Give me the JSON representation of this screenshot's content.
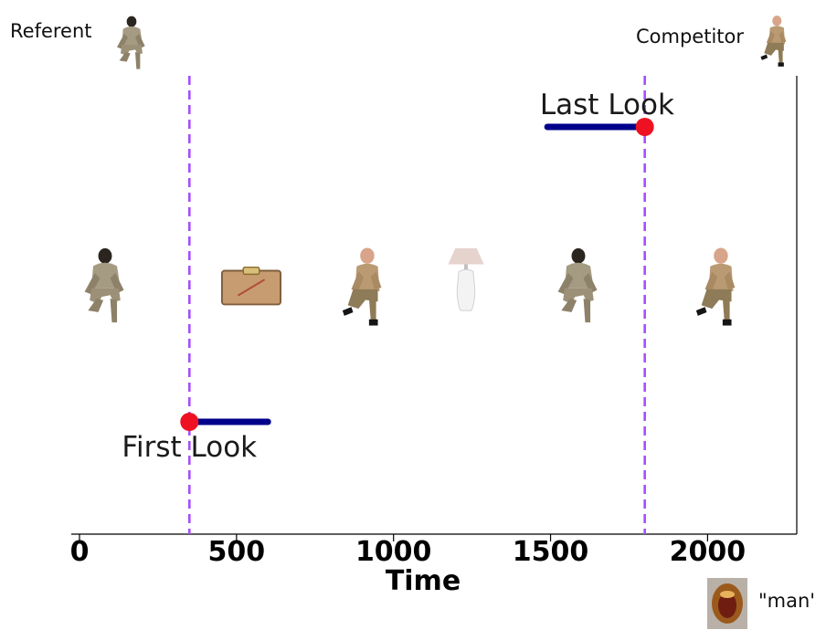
{
  "chart_data": {
    "type": "timeline",
    "xlabel": "Time",
    "xlim": [
      -20,
      2290
    ],
    "x_ticks": [
      0,
      500,
      1000,
      1500,
      2000
    ],
    "x_tick_labels": [
      "0",
      "500",
      "1000",
      "1500",
      "2000"
    ],
    "vertical_markers": [
      {
        "x": 350,
        "color": "#a64dff",
        "style": "dashed"
      },
      {
        "x": 1800,
        "color": "#a64dff",
        "style": "dashed"
      }
    ],
    "look_segments": [
      {
        "label": "Last Look",
        "x_start": 1490,
        "x_end": 1800,
        "marker_x": 1800,
        "row": "top"
      },
      {
        "label": "First Look",
        "x_start": 350,
        "x_end": 600,
        "marker_x": 350,
        "row": "bottom"
      }
    ],
    "picture_sequence": [
      "soldier-figure",
      "clipboard",
      "man-figure",
      "lamp",
      "soldier-figure",
      "man-figure"
    ],
    "colors": {
      "segment": "#00008b",
      "marker": "#ee1122",
      "dashed_line": "#a64dff",
      "axis": "#000000"
    }
  },
  "legend": {
    "referent_label": "Referent",
    "competitor_label": "Competitor",
    "word_label": "\"man'"
  }
}
